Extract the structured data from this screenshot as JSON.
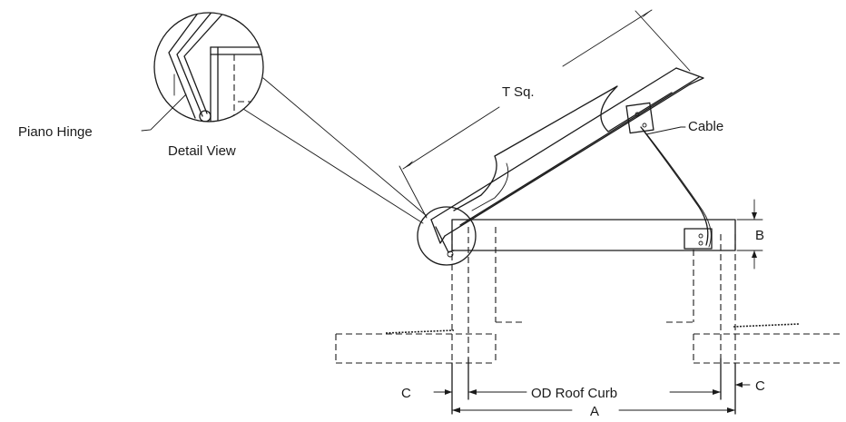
{
  "labels": {
    "piano_hinge": "Piano Hinge",
    "detail_view": "Detail View",
    "t_sq": "T Sq.",
    "cable": "Cable",
    "b": "B",
    "c_left": "C",
    "c_right": "C",
    "od_roof_curb": "OD Roof Curb",
    "a": "A"
  }
}
